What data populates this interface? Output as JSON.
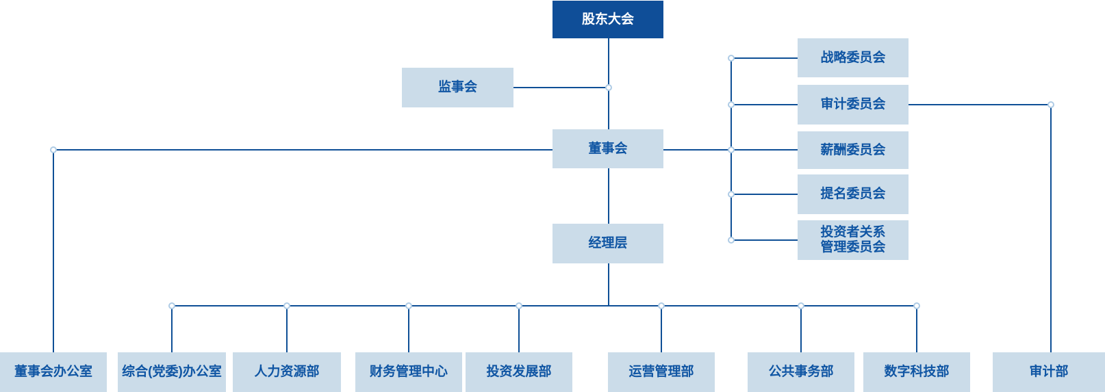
{
  "chart": {
    "root": {
      "label": "股东大会"
    },
    "supervisory_board": {
      "label": "监事会"
    },
    "board_of_directors": {
      "label": "董事会"
    },
    "management": {
      "label": "经理层"
    },
    "committees": [
      {
        "label": "战略委员会"
      },
      {
        "label": "审计委员会"
      },
      {
        "label": "薪酬委员会"
      },
      {
        "label": "提名委员会"
      },
      {
        "label": "投资者关系\n管理委员会"
      }
    ],
    "departments": [
      {
        "label": "董事会办公室"
      },
      {
        "label": "综合(党委)办公室"
      },
      {
        "label": "人力资源部"
      },
      {
        "label": "财务管理中心"
      },
      {
        "label": "投资发展部"
      },
      {
        "label": "运营管理部"
      },
      {
        "label": "公共事务部"
      },
      {
        "label": "数字科技部"
      },
      {
        "label": "审计部"
      }
    ]
  },
  "colors": {
    "root_node_bg": "#0F4E98",
    "root_node_text": "#FFFFFF",
    "node_bg": "#CBDCE9",
    "node_text": "#0F55A3",
    "connector_line": "#0E4F96",
    "junction_dot_border": "#AECBE5",
    "junction_dot_fill": "#FFFFFF",
    "background": "#FFFFFF"
  }
}
